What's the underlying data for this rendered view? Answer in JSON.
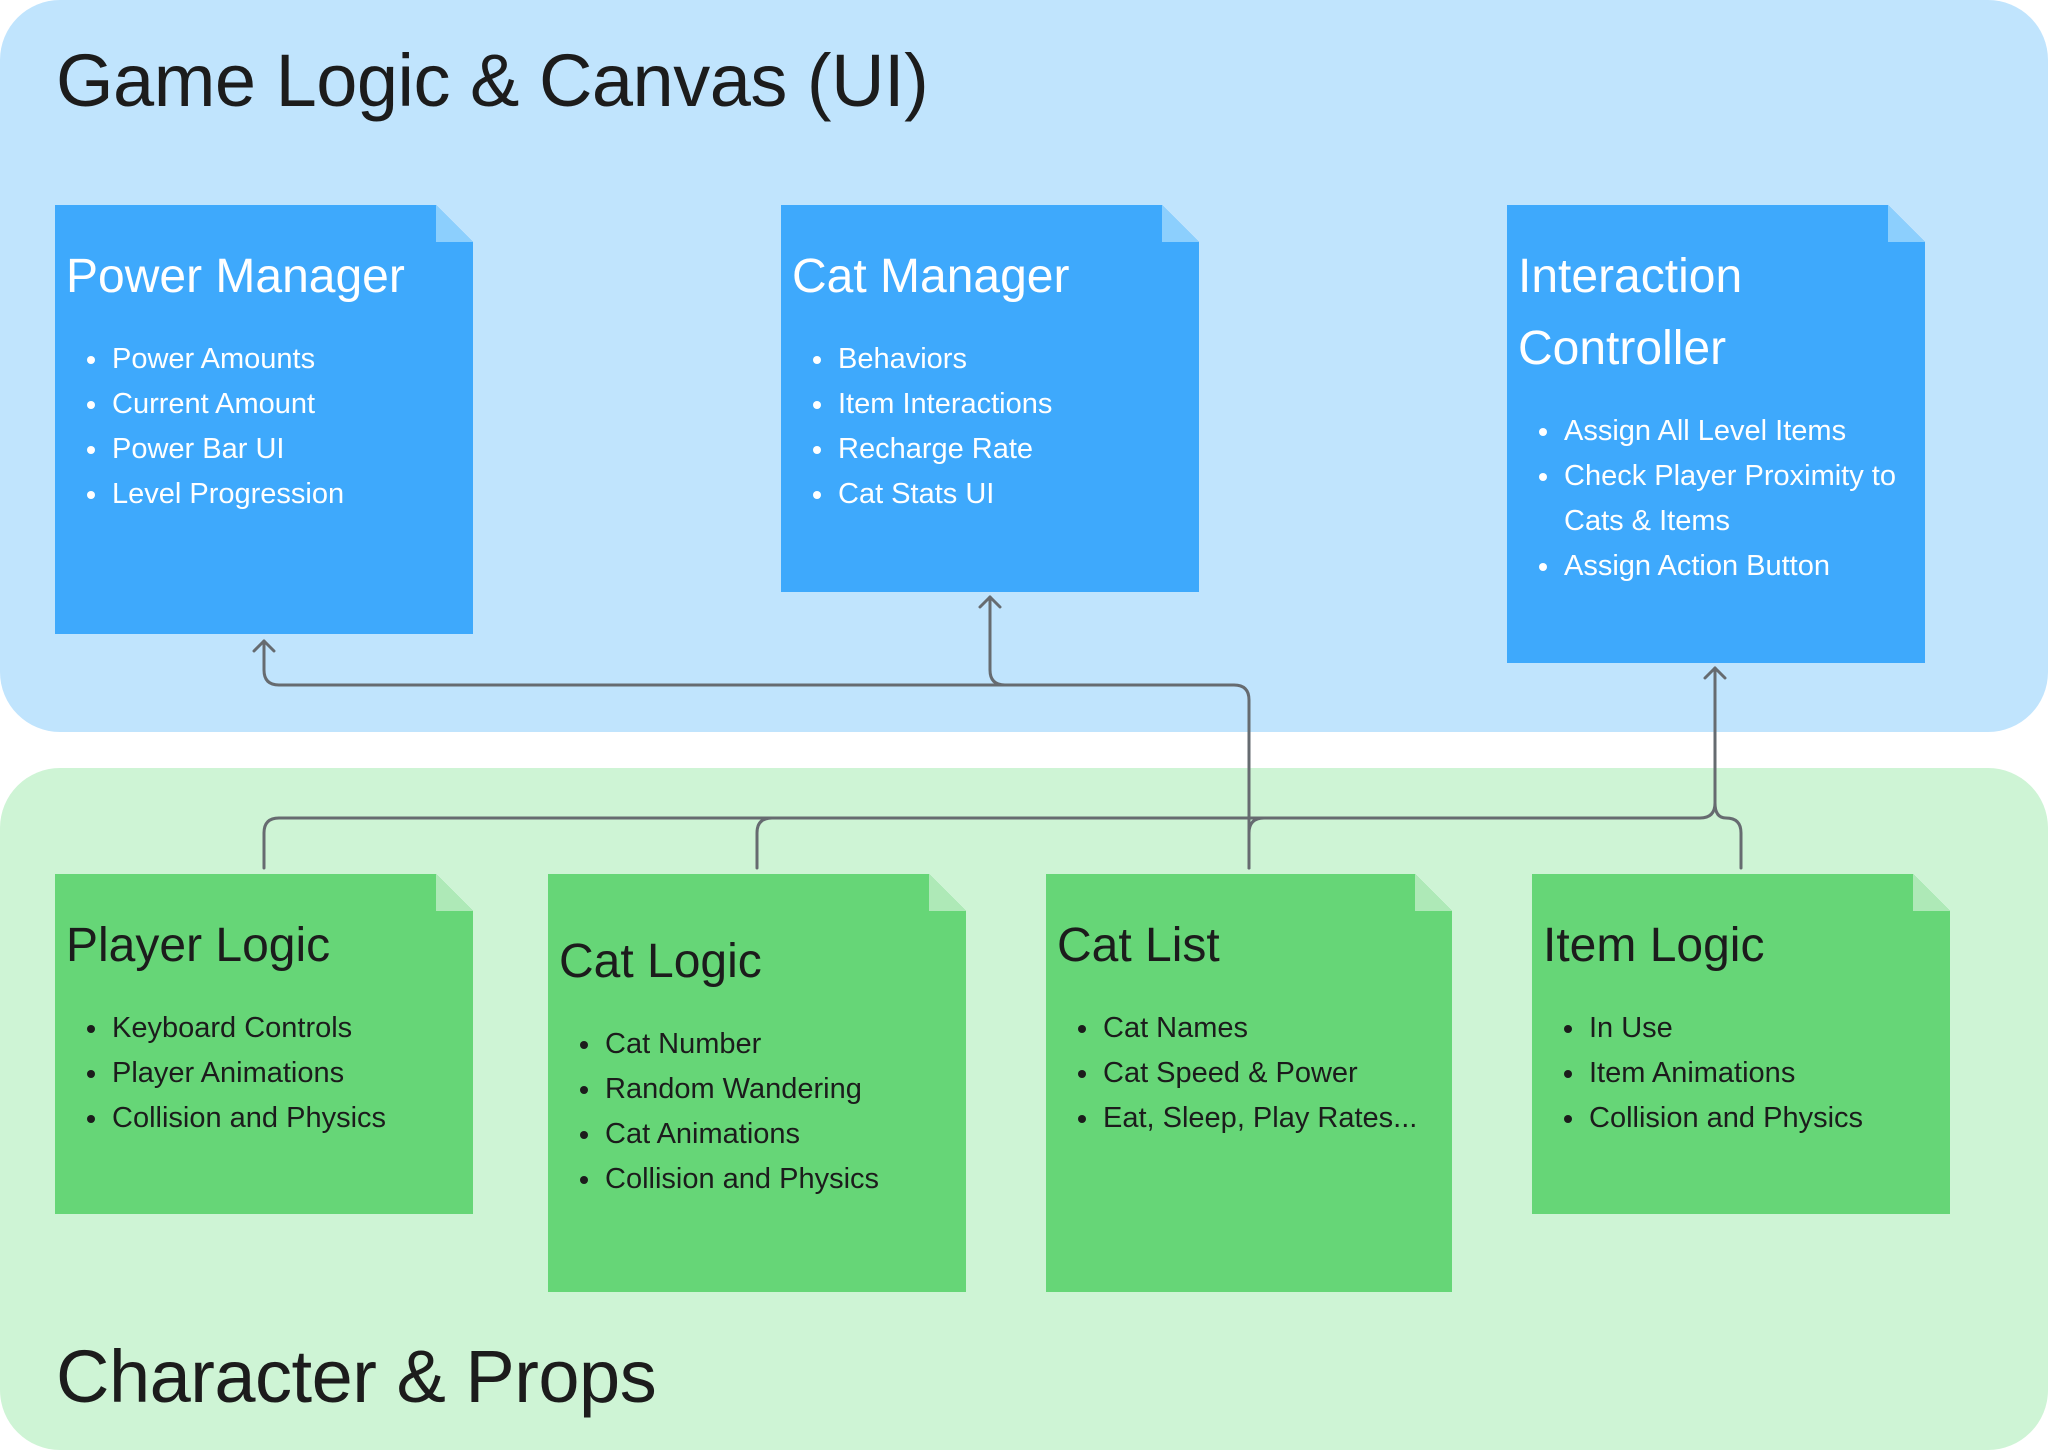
{
  "groups": {
    "top": {
      "title": "Game Logic & Canvas (UI)"
    },
    "bottom": {
      "title": "Character & Props"
    }
  },
  "notes": {
    "power_manager": {
      "title": "Power Manager",
      "items": [
        "Power Amounts",
        "Current Amount",
        "Power Bar UI",
        "Level Progression"
      ]
    },
    "cat_manager": {
      "title": "Cat Manager",
      "items": [
        "Behaviors",
        "Item Interactions",
        "Recharge Rate",
        "Cat Stats UI"
      ]
    },
    "interaction_controller": {
      "title": "Interaction Controller",
      "items": [
        "Assign All Level Items",
        "Check Player Proximity to Cats & Items",
        "Assign Action Button"
      ]
    },
    "player_logic": {
      "title": "Player Logic",
      "items": [
        "Keyboard Controls",
        "Player Animations",
        "Collision and Physics"
      ]
    },
    "cat_logic": {
      "title": "Cat Logic",
      "items": [
        "Cat Number",
        "Random Wandering",
        "Cat Animations",
        "Collision and Physics"
      ]
    },
    "cat_list": {
      "title": "Cat List",
      "items": [
        "Cat Names",
        "Cat Speed & Power",
        "Eat, Sleep, Play Rates..."
      ]
    },
    "item_logic": {
      "title": "Item Logic",
      "items": [
        "In Use",
        "Item Animations",
        "Collision and Physics"
      ]
    }
  },
  "colors": {
    "top_group_bg": "#c0e4fd",
    "bottom_group_bg": "#cef4d5",
    "blue_note": "#3ea9fc",
    "green_note": "#66d677",
    "connector": "#666b70"
  }
}
